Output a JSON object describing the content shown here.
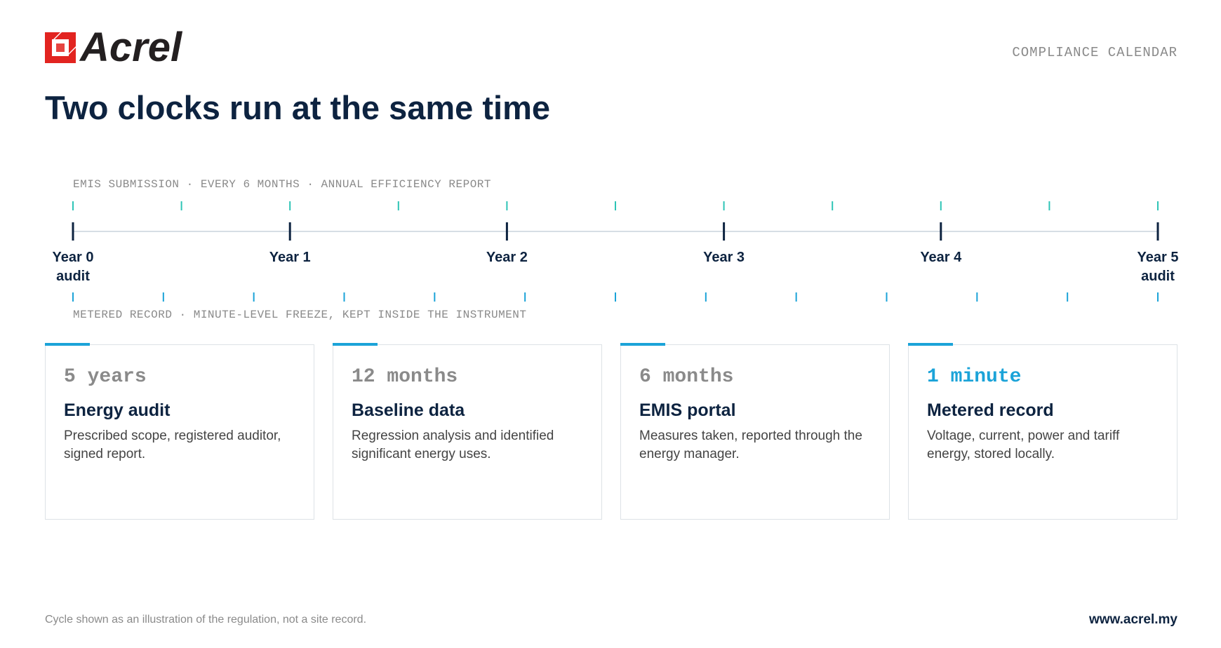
{
  "brand": {
    "name": "Acrel",
    "mark_color": "#e22420"
  },
  "header": {
    "eyebrow": "COMPLIANCE CALENDAR",
    "title": "Two clocks run at the same time"
  },
  "timeline": {
    "top_caption": "EMIS SUBMISSION · EVERY 6 MONTHS · ANNUAL EFFICIENCY REPORT",
    "bottom_caption": "METERED RECORD · MINUTE-LEVEL FREEZE, KEPT INSIDE THE INSTRUMENT",
    "span_years": 5,
    "upper_tick_interval_years": 0.5,
    "lower_tick_interval_years": 0.41667,
    "years": [
      {
        "value": 0,
        "label": "Year 0",
        "sub": "audit"
      },
      {
        "value": 1,
        "label": "Year 1",
        "sub": ""
      },
      {
        "value": 2,
        "label": "Year 2",
        "sub": ""
      },
      {
        "value": 3,
        "label": "Year 3",
        "sub": ""
      },
      {
        "value": 4,
        "label": "Year 4",
        "sub": ""
      },
      {
        "value": 5,
        "label": "Year 5",
        "sub": "audit"
      }
    ],
    "colors": {
      "axis": "#d6dee5",
      "major_tick": "#0d2340",
      "upper_tick": "#2ec4b6",
      "lower_tick": "#1ba3d8"
    }
  },
  "cards": [
    {
      "value": "5 years",
      "title": "Energy audit",
      "desc": "Prescribed scope, registered auditor, signed report.",
      "highlight": false
    },
    {
      "value": "12 months",
      "title": "Baseline data",
      "desc": "Regression analysis and identified significant energy uses.",
      "highlight": false
    },
    {
      "value": "6 months",
      "title": "EMIS portal",
      "desc": "Measures taken, reported through the energy manager.",
      "highlight": false
    },
    {
      "value": "1 minute",
      "title": "Metered record",
      "desc": "Voltage, current, power and tariff energy, stored locally.",
      "highlight": true
    }
  ],
  "footer": {
    "note": "Cycle shown as an illustration of the regulation, not a site record.",
    "site": "www.acrel.my"
  }
}
